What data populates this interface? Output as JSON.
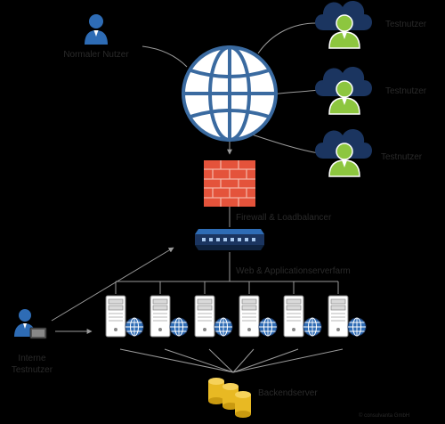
{
  "labels": {
    "normal_user": "Normaler Nutzer",
    "tester_1": "Testnutzer",
    "tester_2": "Testnutzer",
    "tester_3": "Testnutzer",
    "firewall": "Firewall & Loadbalancer",
    "server_farm": "Web & Applicationserverfarm",
    "internal_line1": "Interne",
    "internal_line2": "Testnutzer",
    "backend": "Backendserver",
    "copyright": "© consulvanta GmbH"
  },
  "colors": {
    "background": "#000000",
    "blue": "#2e6cb5",
    "navy": "#1b3560",
    "green": "#8dc63f",
    "red": "#e4533b",
    "gold": "#e8b923",
    "line": "#9a9a9a",
    "server": "#ffffff"
  },
  "icons": {
    "normal_user": "person-icon",
    "tester": "cloud-person-icon",
    "internet": "globe-icon",
    "firewall": "brick-wall-icon",
    "loadbalancer": "network-switch-icon",
    "server": "server-tower-icon",
    "internal_user": "person-with-laptop-icon",
    "backend": "database-cylinders-icon"
  }
}
